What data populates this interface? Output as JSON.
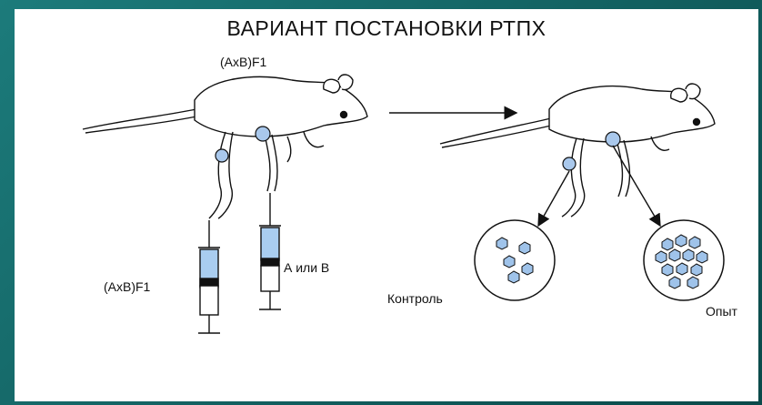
{
  "title": "ВАРИАНТ ПОСТАНОВКИ РТПХ",
  "labels": {
    "donor_mouse": "(AxB)F1",
    "syringe_left": "(AxB)F1",
    "syringe_right": "А или В",
    "control": "Контроль",
    "experiment": "Опыт"
  },
  "colors": {
    "background": "#0f5e5e",
    "panel": "#ffffff",
    "lymph_node": "#a9c8ec",
    "cell": "#9fc3ea",
    "syringe_fill": "#a9cdf0"
  },
  "icons": [
    "mouse-icon",
    "syringe-icon",
    "lymph-node-icon",
    "cell-icon",
    "arrow-icon"
  ]
}
